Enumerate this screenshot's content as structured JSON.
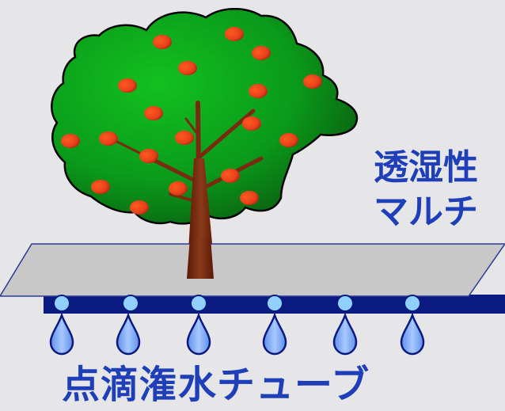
{
  "labels": {
    "mulch_line1": "透湿性",
    "mulch_line2": "マルチ",
    "tube": "点滴潅水チューブ"
  },
  "colors": {
    "background": "#e6e6e8",
    "foliage": "#0a9a1a",
    "foliage_dark": "#0a5a10",
    "fruit": "#ff4a1a",
    "trunk": "#7a2a10",
    "mulch": "#c8c8c8",
    "tube": "#0a1a80",
    "emitter": "#8fd0ff",
    "drop": "#8fb8ff",
    "label_text": "#1f3fb8"
  },
  "emitter_count": 6
}
